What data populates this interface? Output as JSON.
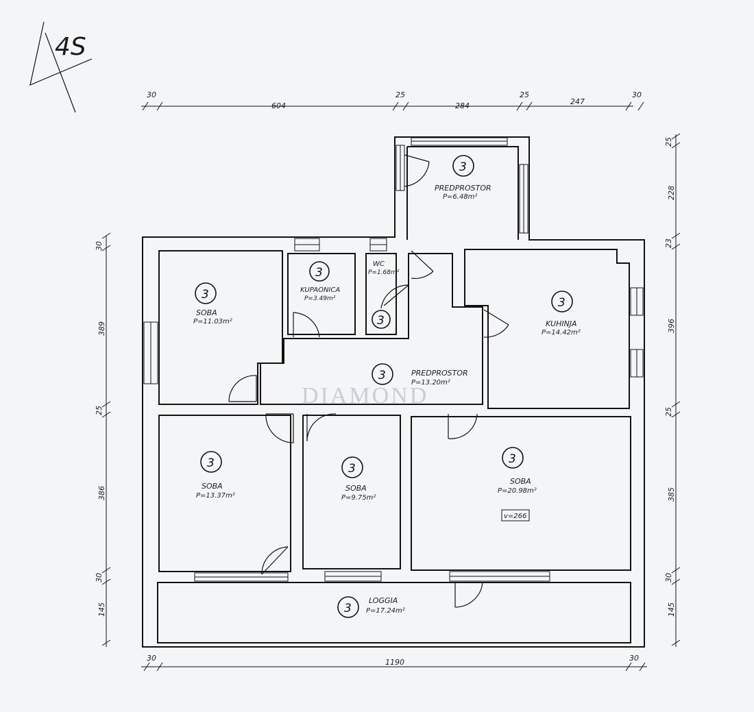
{
  "floor_mark": "4S",
  "watermark": "DIAMOND",
  "rooms": [
    {
      "id": "predprostor-entry",
      "name": "PREDPROSTOR",
      "area": "P=6.48m²",
      "number": "3"
    },
    {
      "id": "soba-1",
      "name": "SOBA",
      "area": "P=11.03m²",
      "number": "3"
    },
    {
      "id": "kupaonica",
      "name": "KUPAONICA",
      "area": "P=3.49m²",
      "number": "3"
    },
    {
      "id": "wc",
      "name": "WC",
      "area": "P=1.68m²",
      "number": "3"
    },
    {
      "id": "kuhinja",
      "name": "KUHINJA",
      "area": "P=14.42m²",
      "number": "3"
    },
    {
      "id": "predprostor-hall",
      "name": "PREDPROSTOR",
      "area": "P=13.20m²",
      "number": "3"
    },
    {
      "id": "soba-2",
      "name": "SOBA",
      "area": "P=13.37m²",
      "number": "3"
    },
    {
      "id": "soba-3",
      "name": "SOBA",
      "area": "P=9.75m²",
      "number": "3"
    },
    {
      "id": "soba-4",
      "name": "SOBA",
      "area": "P=20.98m²",
      "number": "3"
    },
    {
      "id": "loggia",
      "name": "LOGGIA",
      "area": "P=17.24m²",
      "number": "3"
    }
  ],
  "height_note": "v=266",
  "dimensions": {
    "top": [
      "30",
      "604",
      "25",
      "284",
      "25",
      "247",
      "30"
    ],
    "bottom": [
      "30",
      "1190",
      "30"
    ],
    "left": [
      "30",
      "389",
      "25",
      "386",
      "30",
      "145"
    ],
    "right": [
      "25",
      "228",
      "23",
      "396",
      "25",
      "385",
      "30",
      "145"
    ]
  }
}
